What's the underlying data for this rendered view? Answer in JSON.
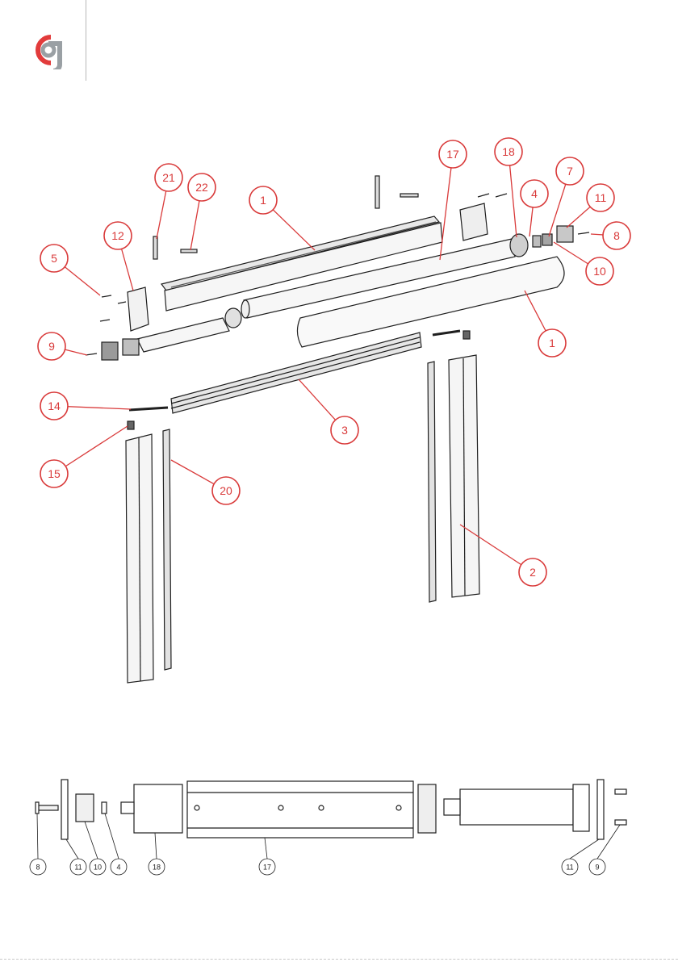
{
  "colors": {
    "callout": "#d93a3a",
    "line": "#1f1f1f",
    "part_light": "#f4f4f4",
    "part_mid": "#d9d9d9",
    "part_dark": "#8a8a8a",
    "logo_red": "#e23b3b",
    "logo_grey": "#9aa0a4"
  },
  "brand": {
    "logo_icon": "g-logo-icon"
  },
  "exploded_view": {
    "callouts": [
      {
        "id": "c17",
        "label": "17"
      },
      {
        "id": "c18",
        "label": "18"
      },
      {
        "id": "c7",
        "label": "7"
      },
      {
        "id": "c21",
        "label": "21"
      },
      {
        "id": "c22",
        "label": "22"
      },
      {
        "id": "c1a",
        "label": "1"
      },
      {
        "id": "c4",
        "label": "4"
      },
      {
        "id": "c11",
        "label": "11"
      },
      {
        "id": "c12",
        "label": "12"
      },
      {
        "id": "c8",
        "label": "8"
      },
      {
        "id": "c5",
        "label": "5"
      },
      {
        "id": "c10",
        "label": "10"
      },
      {
        "id": "c9",
        "label": "9"
      },
      {
        "id": "c1b",
        "label": "1"
      },
      {
        "id": "c14",
        "label": "14"
      },
      {
        "id": "c3",
        "label": "3"
      },
      {
        "id": "c15",
        "label": "15"
      },
      {
        "id": "c20",
        "label": "20"
      },
      {
        "id": "c2",
        "label": "2"
      }
    ]
  },
  "assembly_view": {
    "labels": [
      "8",
      "11",
      "10",
      "4",
      "18",
      "17",
      "11",
      "9"
    ]
  }
}
